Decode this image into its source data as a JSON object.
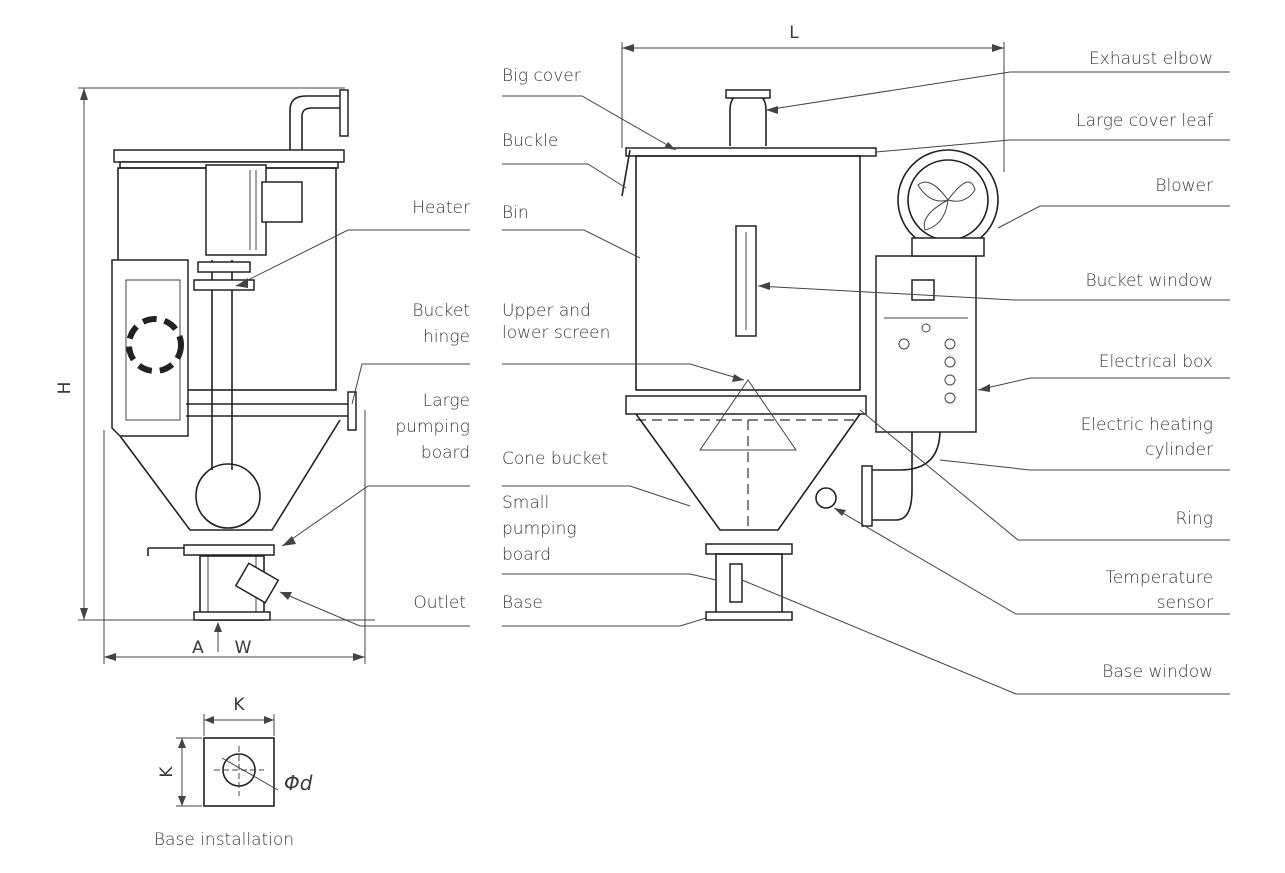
{
  "dimensions": {
    "L": "L",
    "H": "H",
    "A": "A",
    "W": "W",
    "K_top": "K",
    "K_side": "K",
    "phi_d": "Φd"
  },
  "left_labels": {
    "heater": "Heater",
    "bucket_hinge_1": "Bucket",
    "bucket_hinge_2": "hinge",
    "large_pumping_1": "Large",
    "large_pumping_2": "pumping",
    "large_pumping_3": "board",
    "outlet": "Outlet"
  },
  "mid_labels": {
    "big_cover": "Big cover",
    "buckle": "Buckle",
    "bin": "Bin",
    "upper_lower_1": "Upper and",
    "upper_lower_2": "lower screen",
    "cone_bucket": "Cone bucket",
    "small_pumping_1": "Small",
    "small_pumping_2": "pumping",
    "small_pumping_3": "board",
    "base": "Base"
  },
  "right_labels": {
    "exhaust_elbow": "Exhaust elbow",
    "large_cover_leaf": "Large cover leaf",
    "blower": "Blower",
    "bucket_window": "Bucket window",
    "electrical_box": "Electrical box",
    "electric_heating_1": "Electric heating",
    "electric_heating_2": "cylinder",
    "ring": "Ring",
    "temperature_sensor_1": "Temperature",
    "temperature_sensor_2": "sensor",
    "base_window": "Base window"
  },
  "caption": "Base installation"
}
